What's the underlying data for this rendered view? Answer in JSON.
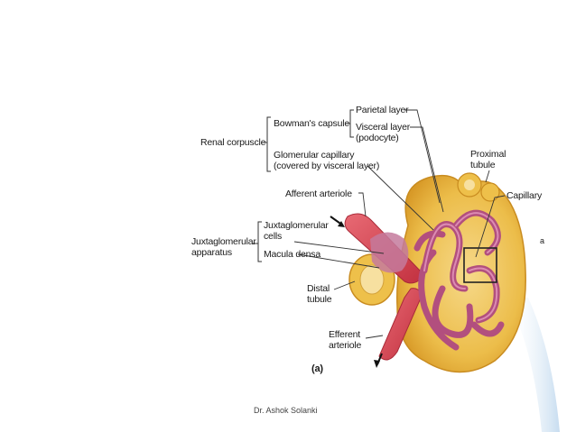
{
  "labels": {
    "renal_corpuscle": "Renal corpuscle",
    "bowmans_capsule": "Bowman's capsule",
    "parietal_layer": "Parietal layer",
    "visceral_layer": "Visceral layer",
    "podocyte": "(podocyte)",
    "glomerular_capillary": "Glomerular capillary",
    "covered_by_visceral": "(covered by visceral layer)",
    "afferent_arteriole": "Afferent arteriole",
    "juxtaglomerular_apparatus_1": "Juxtaglomerular",
    "juxtaglomerular_apparatus_2": "apparatus",
    "juxtaglomerular_cells_1": "Juxtaglomerular",
    "juxtaglomerular_cells_2": "cells",
    "macula_densa": "Macula densa",
    "distal_tubule_1": "Distal",
    "distal_tubule_2": "tubule",
    "efferent_arteriole_1": "Efferent",
    "efferent_arteriole_2": "arteriole",
    "proximal_tubule_1": "Proximal",
    "proximal_tubule_2": "tubule",
    "capillary": "Capillary",
    "panel": "(a)",
    "edge_mark": "a"
  },
  "footer": "Dr. Ashok Solanki",
  "colors": {
    "capsule": "#e8b53c",
    "capsule_inner": "#f3d27a",
    "vessel": "#d94a5a",
    "glomerulus": "#b5527a",
    "blue_edge": "#b9d4ec"
  }
}
